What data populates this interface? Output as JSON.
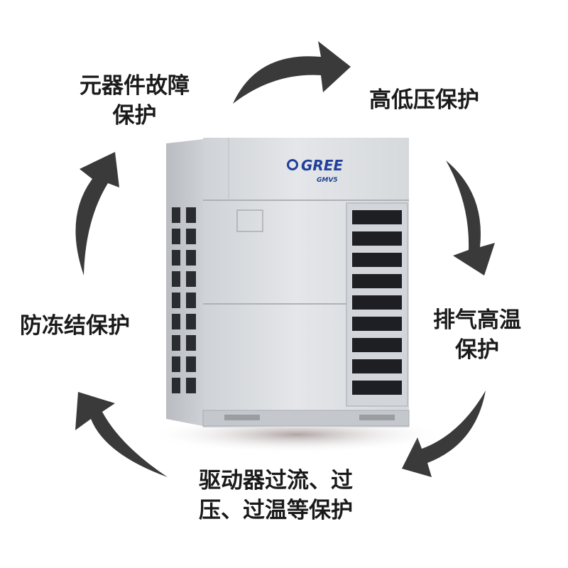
{
  "product": {
    "brand": "GREE",
    "sub_brand": "GMV5"
  },
  "protections": [
    {
      "id": "component-fault",
      "lines": [
        "元器件故障",
        "保护"
      ]
    },
    {
      "id": "high-low-pressure",
      "lines": [
        "高低压保护"
      ]
    },
    {
      "id": "discharge-high-temp",
      "lines": [
        "排气高温",
        "保护"
      ]
    },
    {
      "id": "driver-overcurrent",
      "lines": [
        "驱动器过流、过",
        "压、过温等保护"
      ]
    },
    {
      "id": "anti-freeze",
      "lines": [
        "防冻结保护"
      ]
    }
  ],
  "colors": {
    "arrow": "#3a3a3a",
    "text": "#1a1a1a",
    "brand_blue": "#1f3f9a"
  }
}
